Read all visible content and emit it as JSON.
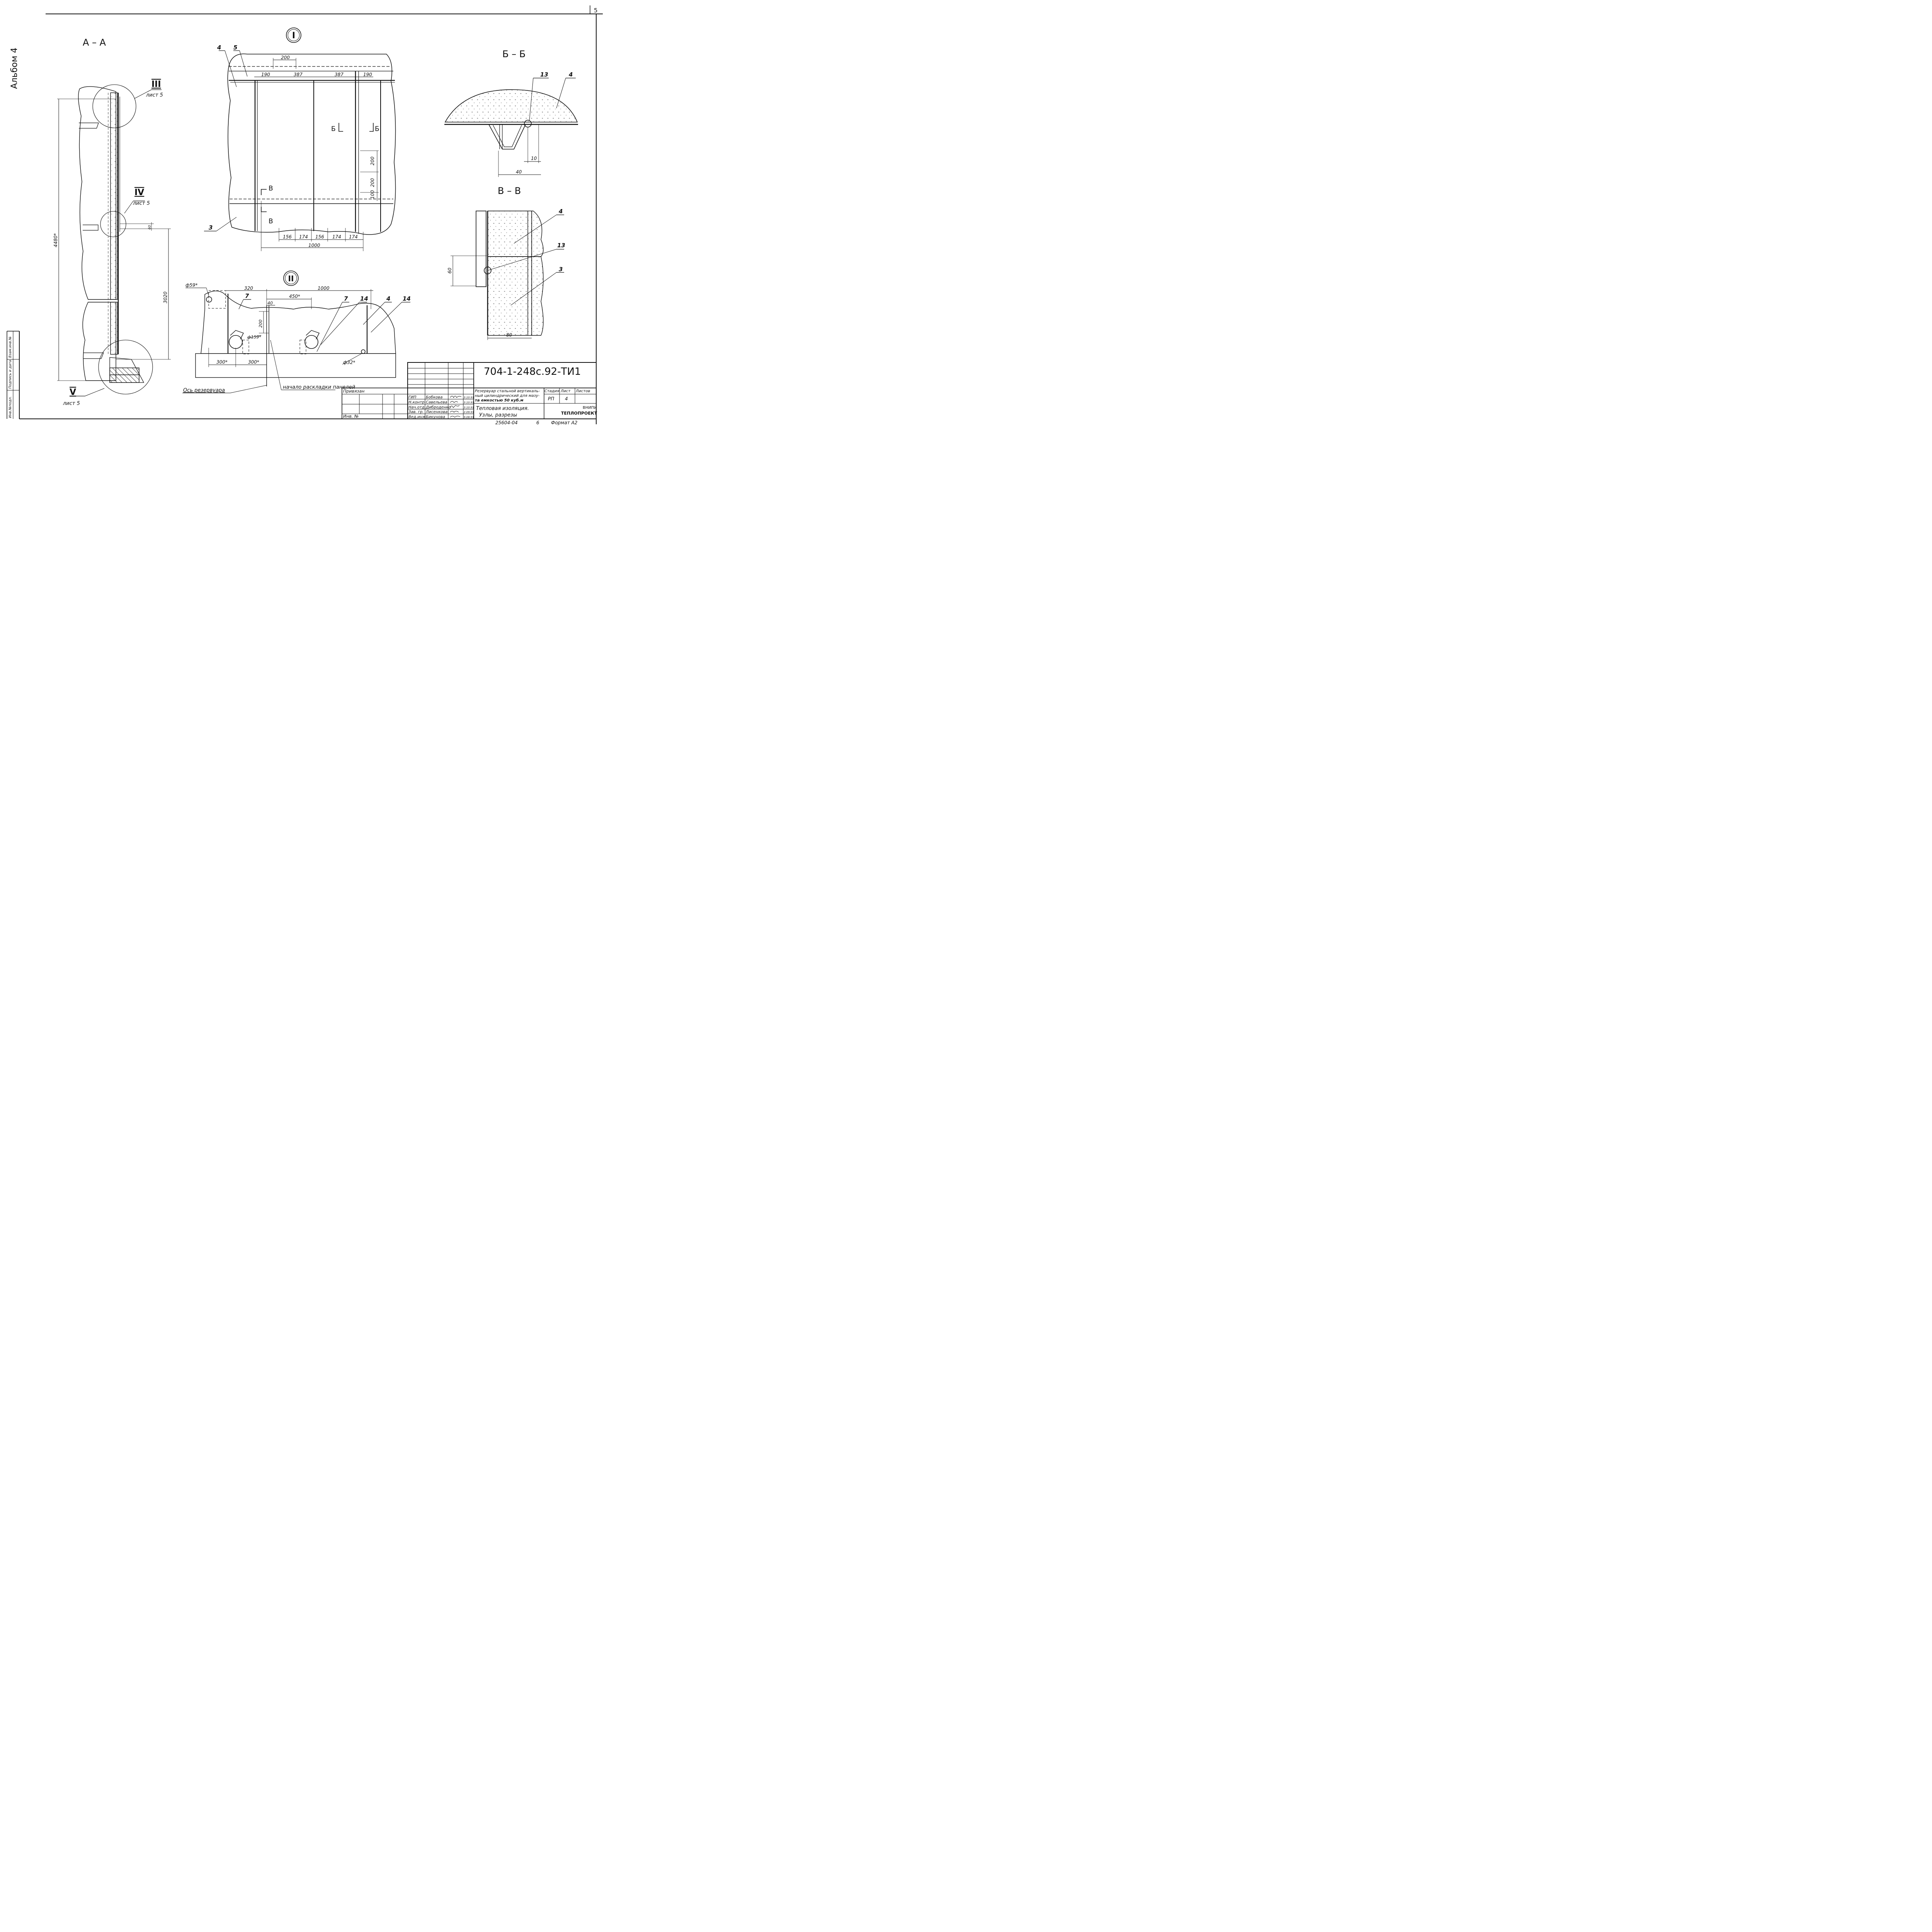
{
  "sheet": {
    "page_number": "5",
    "album": "Альбом 4",
    "side_labels": [
      "Инв.№подл.",
      "Подпись и дата",
      "Взам.инв.№"
    ]
  },
  "section_aa": {
    "title": "А – А",
    "callouts": [
      {
        "numeral": "III",
        "sheet_ref": "лист 5"
      },
      {
        "numeral": "IV",
        "sheet_ref": "лист 5"
      },
      {
        "numeral": "V",
        "sheet_ref": "лист 5"
      }
    ],
    "dims": [
      "4480*",
      "3020",
      "60"
    ]
  },
  "node_1": {
    "title": "I",
    "labels": [
      "4",
      "5",
      "3"
    ],
    "section_marks": [
      "Б",
      "Б",
      "В",
      "В"
    ],
    "dims_top": [
      "200",
      "190",
      "387",
      "387",
      "190"
    ],
    "dims_right": [
      "200",
      "200",
      "100"
    ],
    "dims_bottom": [
      "156",
      "174",
      "156",
      "174",
      "174"
    ],
    "dim_total": "1000"
  },
  "section_bb": {
    "title": "Б – Б",
    "labels": [
      "13",
      "4"
    ],
    "dims": [
      "10",
      "40"
    ]
  },
  "section_vv": {
    "title": "В – В",
    "labels": [
      "4",
      "13",
      "3"
    ],
    "dims": [
      "60",
      "80"
    ]
  },
  "node_2": {
    "title": "II",
    "labels": [
      "7",
      "7",
      "14",
      "4",
      "14"
    ],
    "dims": [
      "ф59*",
      "320",
      "1000",
      "450*",
      "40",
      "200",
      "ф159*",
      "300*",
      "300*",
      "ф32*"
    ],
    "axis_label": "Ось резервуара",
    "start_label": "начало раскладки панелей"
  },
  "title_block": {
    "code": "704-1-248с.92-ТИ1",
    "bound_label": "Привязан",
    "inv_label": "Инв. №",
    "people": [
      {
        "role": "ГИП",
        "name": "Бобкова",
        "date": "3.10.91"
      },
      {
        "role": "Н.контр",
        "name": "Савельева",
        "date": "3.10.91"
      },
      {
        "role": "Нач.отд.",
        "name": "Диброденко",
        "date": "3.10.91"
      },
      {
        "role": "Зав. гр.",
        "name": "Лисенкова",
        "date": "2.09.91"
      },
      {
        "role": "Вед.инж.",
        "name": "Бикунова",
        "date": "9.08.91"
      }
    ],
    "object": [
      "Резервуар стальной вертикаль-",
      "ный цилиндрический для мазу-",
      "та емкостью 50 куб.м"
    ],
    "sheet_title": [
      "Тепловая изоляция.",
      "Узлы, разрезы"
    ],
    "stage_header": "Стадия",
    "sheet_header": "Лист",
    "sheets_header": "Листов",
    "stage": "РП",
    "sheet_no": "4",
    "org": [
      "ВНИПИ",
      "ТЕПЛОПРОЕКТ"
    ],
    "footer_code": "25604-04",
    "footer_num": "6",
    "format": "Формат А2"
  }
}
